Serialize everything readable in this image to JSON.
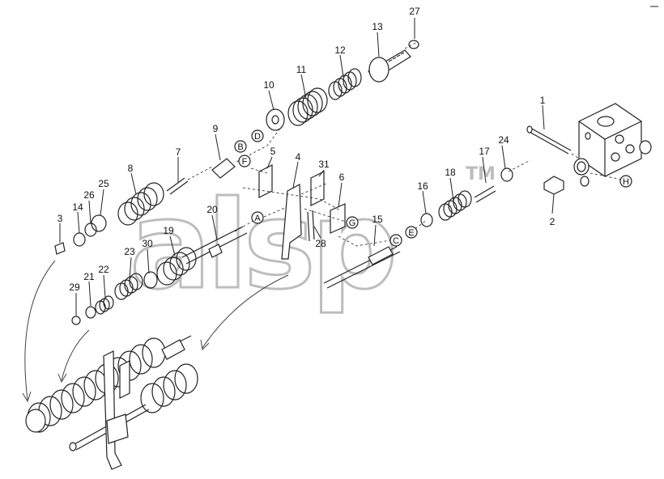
{
  "watermark": {
    "text": "alsp",
    "trademark": "TM"
  },
  "part_numbers": [
    "1",
    "2",
    "3",
    "4",
    "5",
    "6",
    "7",
    "8",
    "9",
    "10",
    "11",
    "12",
    "13",
    "14",
    "15",
    "16",
    "17",
    "18",
    "19",
    "20",
    "21",
    "22",
    "23",
    "24",
    "25",
    "26",
    "27",
    "28",
    "29",
    "30",
    "31"
  ],
  "letter_markers": [
    "A",
    "B",
    "C",
    "D",
    "E",
    "F",
    "G",
    "H"
  ],
  "colors": {
    "line": "#222222",
    "watermark": "#bdbdbd",
    "background": "#ffffff"
  }
}
